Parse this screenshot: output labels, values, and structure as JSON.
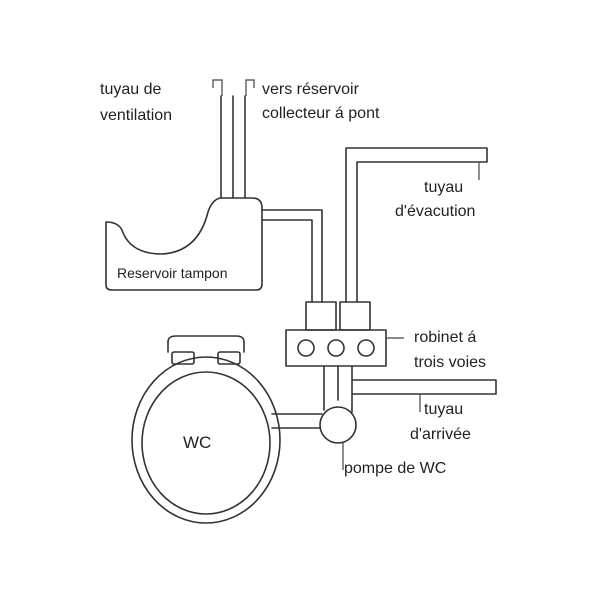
{
  "labels": {
    "vent_pipe": [
      "tuyau de",
      "ventilation"
    ],
    "to_tank": [
      "vers réservoir",
      "collecteur á pont"
    ],
    "discharge_pipe": [
      "tuyau",
      "d'évacution"
    ],
    "buffer_tank": "Reservoir tampon",
    "three_way_valve": [
      "robinet á",
      "trois voies"
    ],
    "wc": "WC",
    "inlet_pipe": [
      "tuyau",
      "d'arrivée"
    ],
    "wc_pump": "pompe de WC"
  },
  "colors": {
    "line": "#333333",
    "text": "#222222",
    "background": "#ffffff"
  }
}
